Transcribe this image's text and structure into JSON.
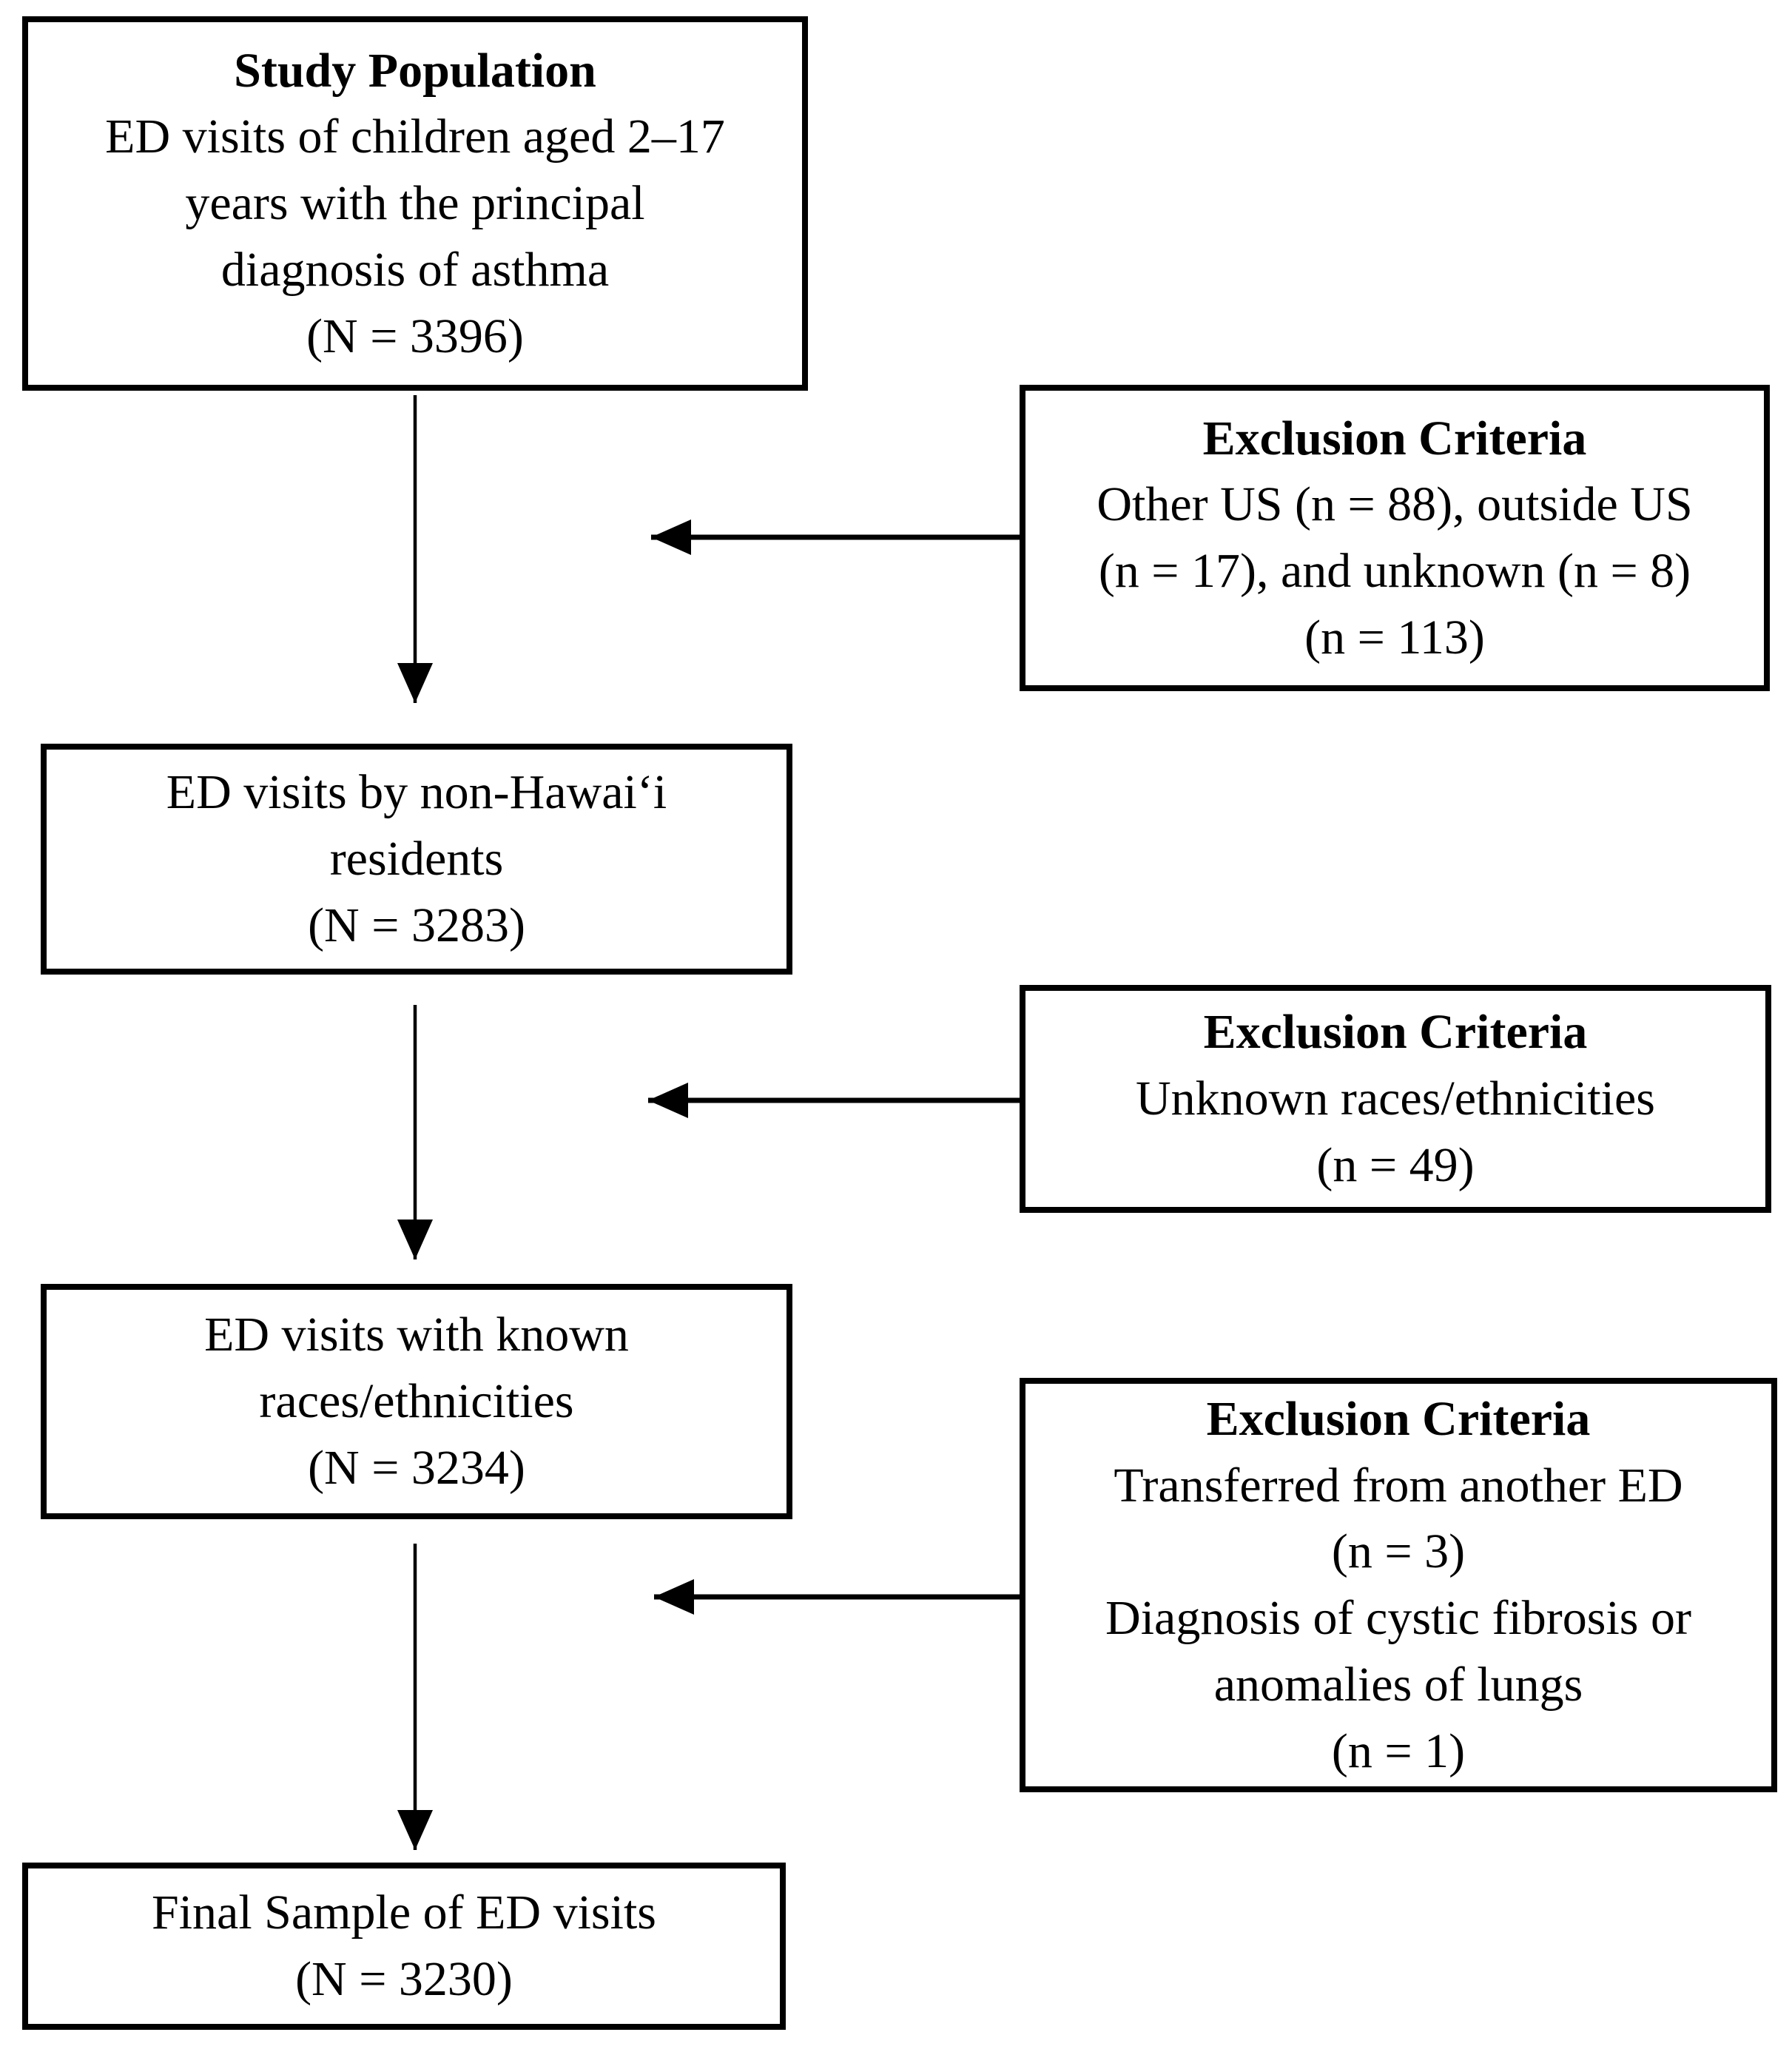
{
  "diagram": {
    "boxes": {
      "study_population": {
        "title": "Study Population",
        "body": "ED visits of children aged 2–17\nyears with the principal\ndiagnosis of asthma\n(N = 3396)"
      },
      "non_hawaii_residents": {
        "body": "ED visits by non-Hawaiʻi\nresidents\n(N = 3283)"
      },
      "known_races": {
        "body": "ED visits with known\nraces/ethnicities\n(N = 3234)"
      },
      "final_sample": {
        "body": "Final Sample of ED visits\n(N = 3230)"
      },
      "exclusion_1": {
        "title": "Exclusion Criteria",
        "body": "Other US (n = 88), outside US\n(n = 17), and unknown (n = 8)\n(n = 113)"
      },
      "exclusion_2": {
        "title": "Exclusion Criteria",
        "body": "Unknown races/ethnicities\n(n = 49)"
      },
      "exclusion_3": {
        "title": "Exclusion Criteria",
        "body": "Transferred from another ED\n(n = 3)\nDiagnosis of cystic fibrosis or\nanomalies of lungs\n(n = 1)"
      }
    },
    "counts": {
      "study_population_N": 3396,
      "non_hawaii_residents_N": 3283,
      "known_races_N": 3234,
      "final_sample_N": 3230,
      "excluded_other_us_n": 88,
      "excluded_outside_us_n": 17,
      "excluded_unknown_residence_n": 8,
      "excluded_residence_total_n": 113,
      "excluded_unknown_race_n": 49,
      "excluded_transferred_n": 3,
      "excluded_cystic_fibrosis_or_lung_anomalies_n": 1
    },
    "colors": {
      "line": "#000000",
      "text": "#000000",
      "background": "#ffffff"
    }
  }
}
